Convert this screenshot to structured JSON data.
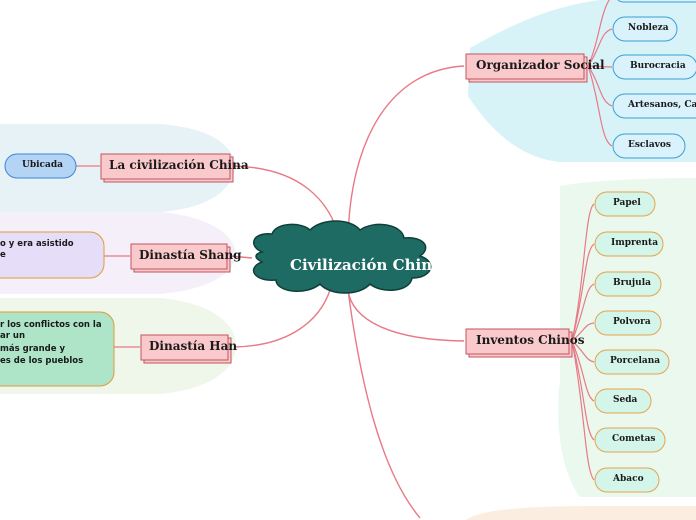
{
  "center": {
    "label": "Civilización China"
  },
  "branches": {
    "organizador_social": {
      "label": "Organizador Social",
      "items": [
        "Nobleza",
        "Burocracia",
        "Artesanos, Cam",
        "Esclavos"
      ]
    },
    "inventos_chinos": {
      "label": "Inventos Chinos",
      "items": [
        "Papel",
        "Imprenta",
        "Brujula",
        "Polvora",
        "Porcelana",
        "Seda",
        "Cometas",
        "Abaco"
      ]
    },
    "civilizacion_china": {
      "label": "La civilización China",
      "items": [
        "Ubicada"
      ]
    },
    "dinastia_shang": {
      "label": "Dinastía Shang",
      "note_lines": [
        "o y era asistido",
        "e"
      ]
    },
    "dinastia_han": {
      "label": "Dinastía Han",
      "note_lines": [
        "r los conflictos con la",
        "ar un",
        "más grande y",
        "es de los pueblos"
      ]
    }
  },
  "colors": {
    "center_fill": "#1e6b63",
    "center_stroke": "#0f3f3a",
    "topic_fill": "#f9c9cc",
    "topic_border": "#c2555e",
    "connector": "#e87a86",
    "social_region": "#d8f3f8",
    "social_chip": "#d9f2fb",
    "social_chip_border": "#3a9fd4",
    "inventos_region": "#eaf8ee",
    "inventos_chip": "#d4f5e9",
    "inventos_chip_border": "#e5a44a",
    "civ_region": "#e6f2f5",
    "civ_chip": "#b4d4f6",
    "civ_chip_border": "#3f86d3",
    "shang_region": "#f5effa",
    "shang_note": "#e6def9",
    "shang_note_border": "#e09a3a",
    "han_region": "#eef7ea",
    "han_note": "#aee5c9",
    "han_note_border": "#e09a3a",
    "bottom_region": "#fbeee1"
  }
}
